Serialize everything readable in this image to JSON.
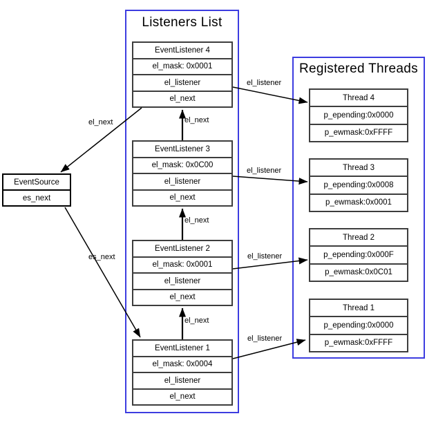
{
  "groups": {
    "listeners": {
      "title": "Listeners List"
    },
    "threads": {
      "title": "Registered Threads"
    }
  },
  "event_source": {
    "title": "EventSource",
    "next_field": "es_next"
  },
  "listener_nodes": [
    {
      "title": "EventListener 4",
      "mask": "el_mask: 0x0001",
      "listener": "el_listener",
      "next": "el_next"
    },
    {
      "title": "EventListener 3",
      "mask": "el_mask: 0x0C00",
      "listener": "el_listener",
      "next": "el_next"
    },
    {
      "title": "EventListener 2",
      "mask": "el_mask: 0x0001",
      "listener": "el_listener",
      "next": "el_next"
    },
    {
      "title": "EventListener 1",
      "mask": "el_mask: 0x0004",
      "listener": "el_listener",
      "next": "el_next"
    }
  ],
  "thread_nodes": [
    {
      "title": "Thread 4",
      "epending": "p_epending:0x0000",
      "ewmask": "p_ewmask:0xFFFF"
    },
    {
      "title": "Thread 3",
      "epending": "p_epending:0x0008",
      "ewmask": "p_ewmask:0x0001"
    },
    {
      "title": "Thread 2",
      "epending": "p_epending:0x000F",
      "ewmask": "p_ewmask:0x0C01"
    },
    {
      "title": "Thread 1",
      "epending": "p_epending:0x0000",
      "ewmask": "p_ewmask:0xFFFF"
    }
  ],
  "edge_labels": {
    "el_next": "el_next",
    "es_next": "es_next",
    "el_listener": "el_listener"
  },
  "colors": {
    "group_border": "#3c3ce0",
    "node_border": "#3d3d3d",
    "source_border": "#000000",
    "arrow": "#000000",
    "background": "#ffffff"
  }
}
